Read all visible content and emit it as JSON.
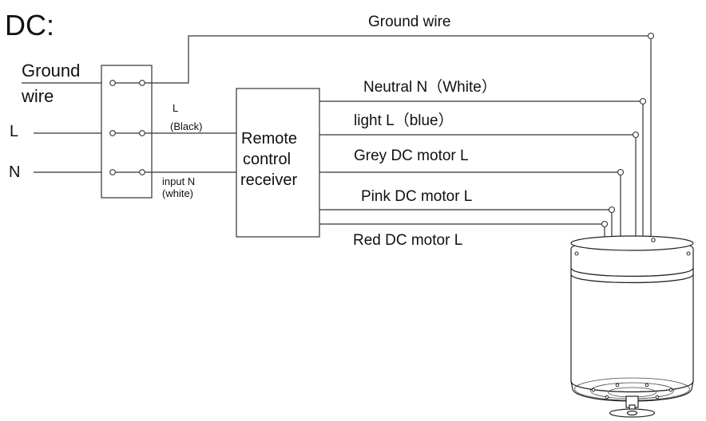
{
  "heading": "DC:",
  "input_labels": {
    "ground_line1": "Ground",
    "ground_line2": "wire",
    "live": "L",
    "neutral": "N"
  },
  "connection_labels": {
    "l_line1": "L",
    "l_line2": "(Black)",
    "n_line1": "input  N",
    "n_line2": "(white)"
  },
  "receiver": {
    "line1": "Remote",
    "line2": "control",
    "line3": "receiver"
  },
  "output_labels": {
    "ground": "Ground wire",
    "neutral": "Neutral  N（White）",
    "light": "light L（blue）",
    "grey": "Grey DC motor L",
    "pink": "Pink DC motor L",
    "red": "Red DC motor L"
  }
}
